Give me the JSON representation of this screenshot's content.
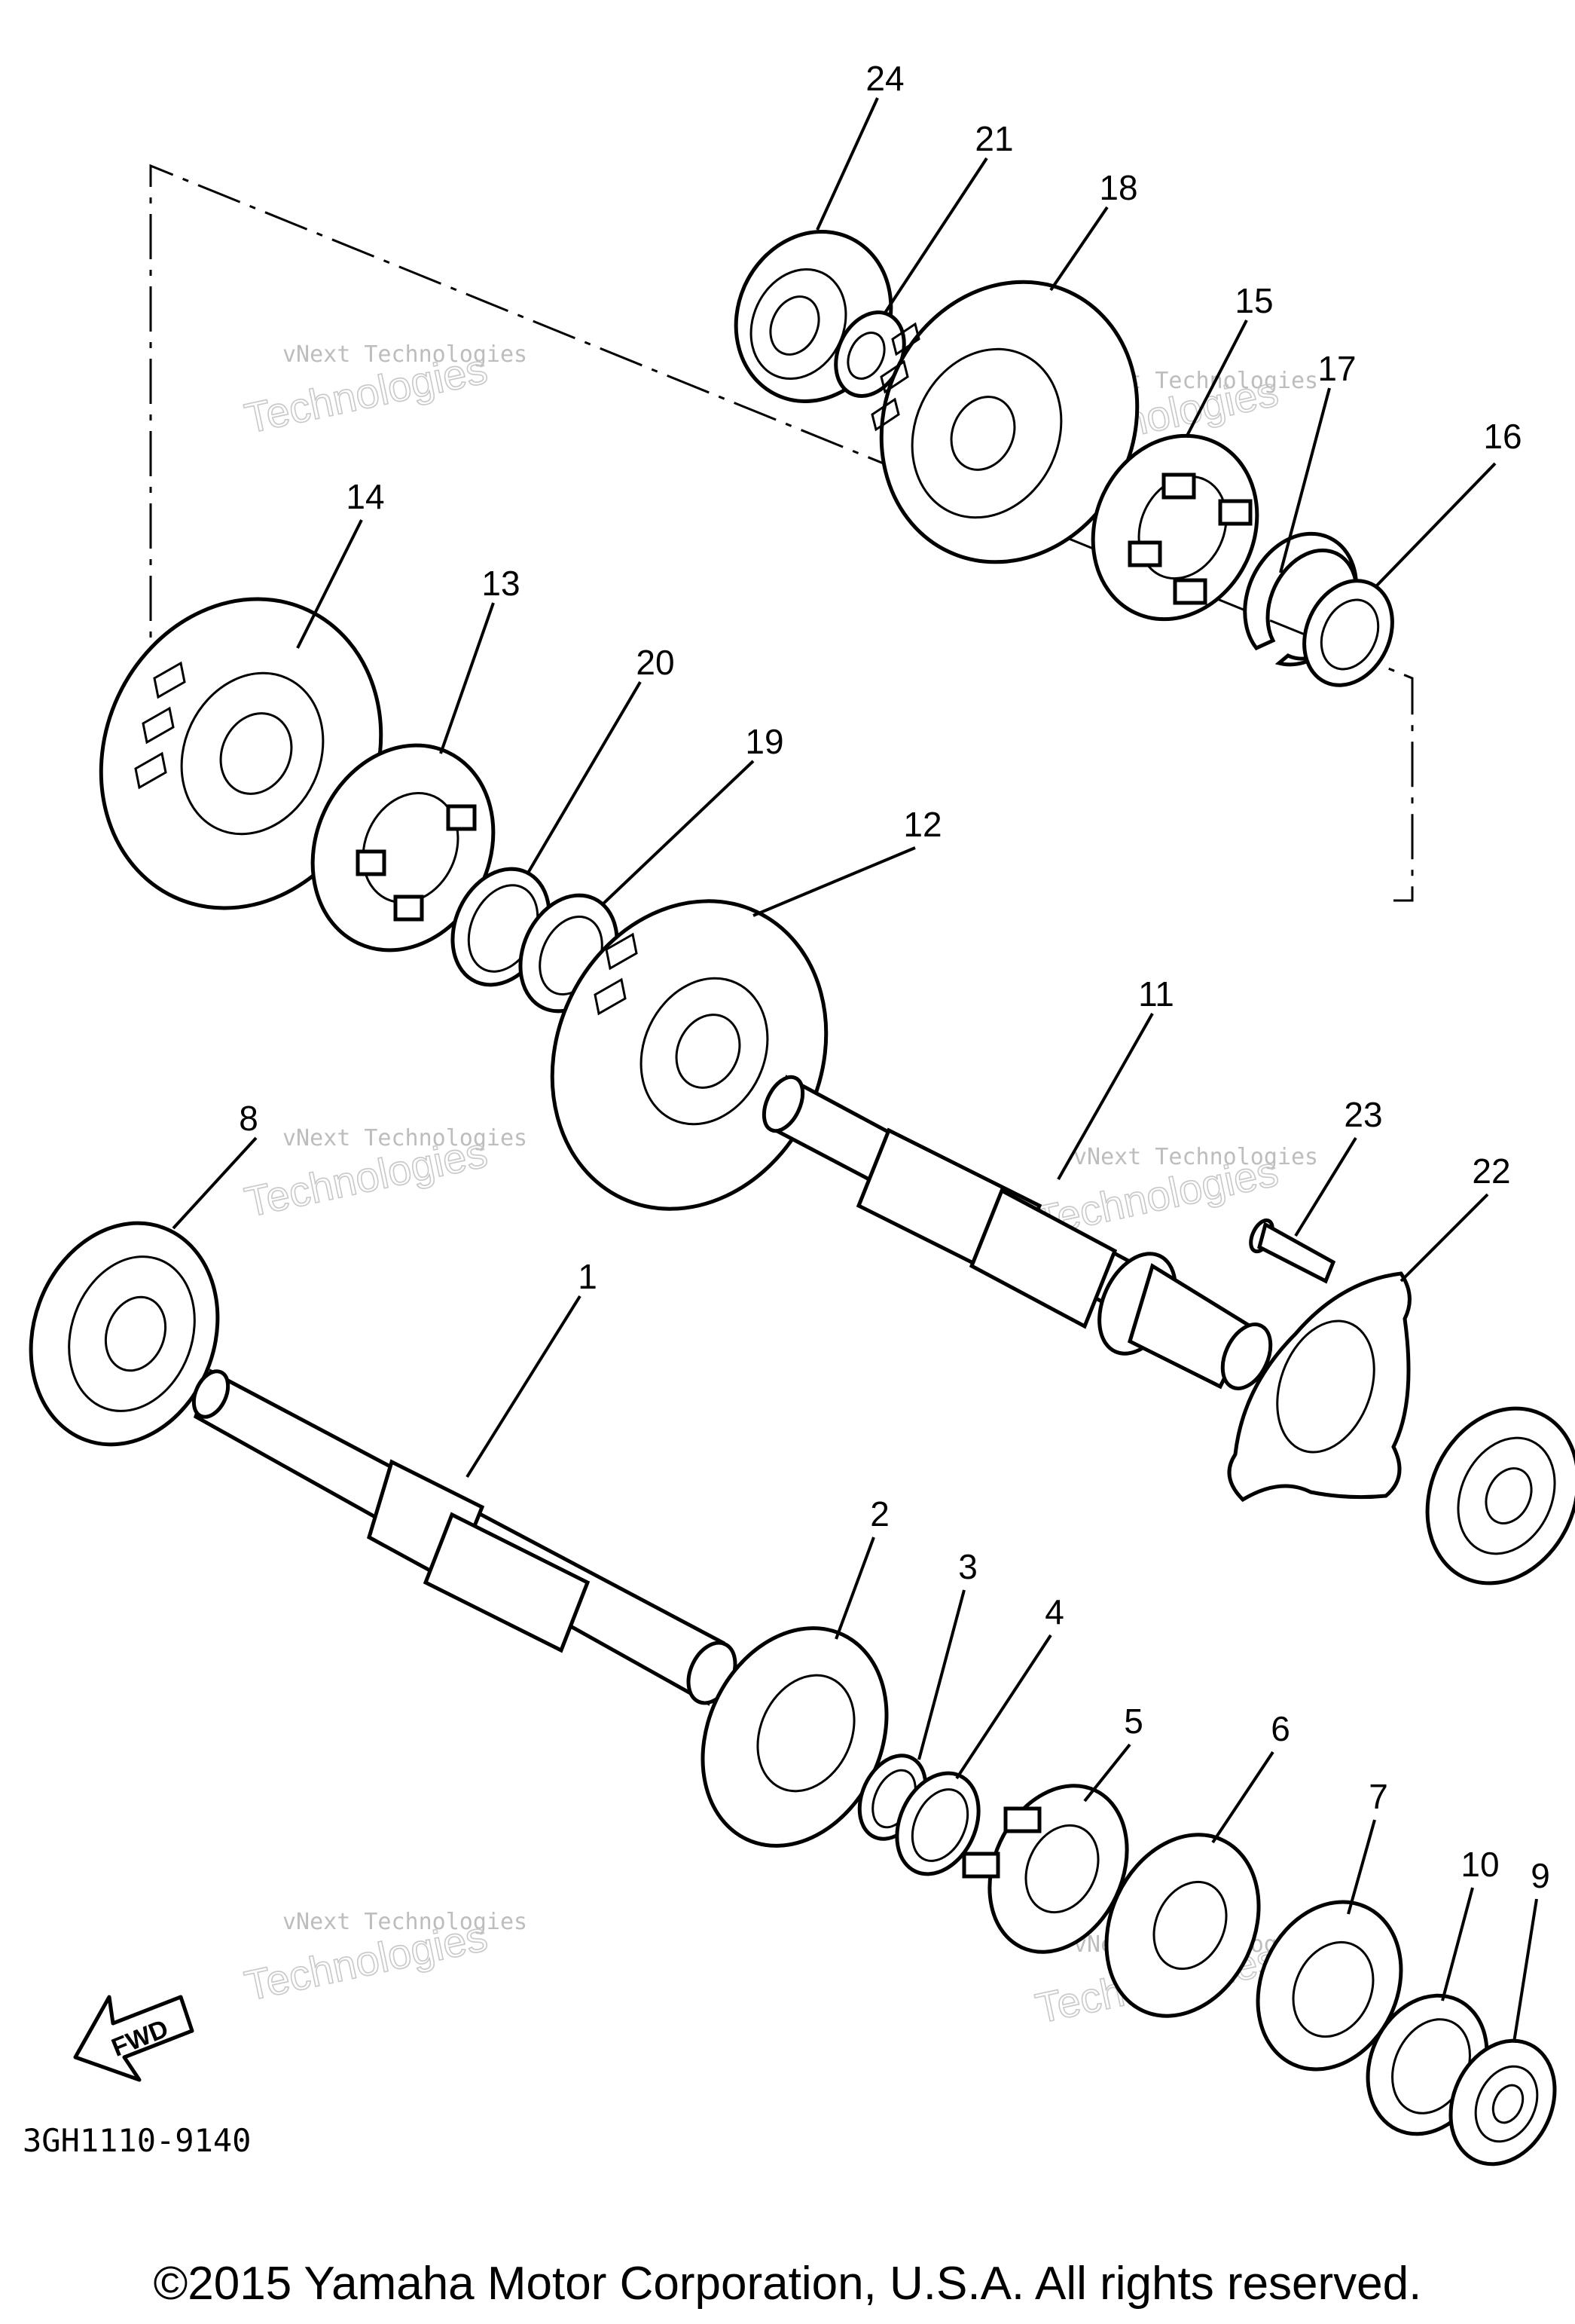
{
  "diagram": {
    "part_numbers": [
      "24",
      "21",
      "18",
      "15",
      "17",
      "16",
      "14",
      "13",
      "20",
      "19",
      "12",
      "11",
      "8",
      "23",
      "22",
      "1",
      "2",
      "3",
      "4",
      "5",
      "6",
      "7",
      "10",
      "9"
    ],
    "fwd_label": "FWD",
    "watermark_line1": "vNext Technologies",
    "watermark_line2": "Technologies",
    "watermark_line3": "vNext",
    "diagram_code": "3GH1110-9140",
    "copyright": "©2015 Yamaha Motor Corporation, U.S.A. All rights reserved."
  }
}
